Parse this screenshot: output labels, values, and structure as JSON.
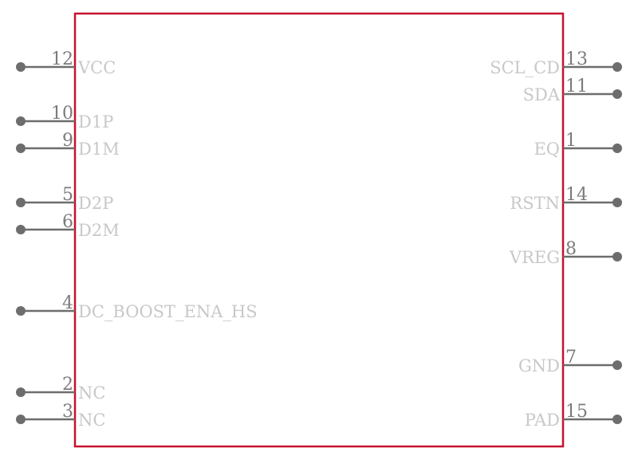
{
  "component": {
    "body_color": "#c8102e",
    "pin_color": "#6d6d6d",
    "pin_number_color": "#7b7b7b",
    "pin_name_color": "#c8c8c8",
    "left_pins": [
      {
        "number": "12",
        "name": "VCC"
      },
      {
        "number": "10",
        "name": "D1P"
      },
      {
        "number": "9",
        "name": "D1M"
      },
      {
        "number": "5",
        "name": "D2P"
      },
      {
        "number": "6",
        "name": "D2M"
      },
      {
        "number": "4",
        "name": "DC_BOOST_ENA_HS"
      },
      {
        "number": "2",
        "name": "NC"
      },
      {
        "number": "3",
        "name": "NC"
      }
    ],
    "right_pins": [
      {
        "number": "13",
        "name": "SCL_CD"
      },
      {
        "number": "11",
        "name": "SDA"
      },
      {
        "number": "1",
        "name": "EQ"
      },
      {
        "number": "14",
        "name": "RSTN"
      },
      {
        "number": "8",
        "name": "VREG"
      },
      {
        "number": "7",
        "name": "GND"
      },
      {
        "number": "15",
        "name": "PAD"
      }
    ]
  }
}
